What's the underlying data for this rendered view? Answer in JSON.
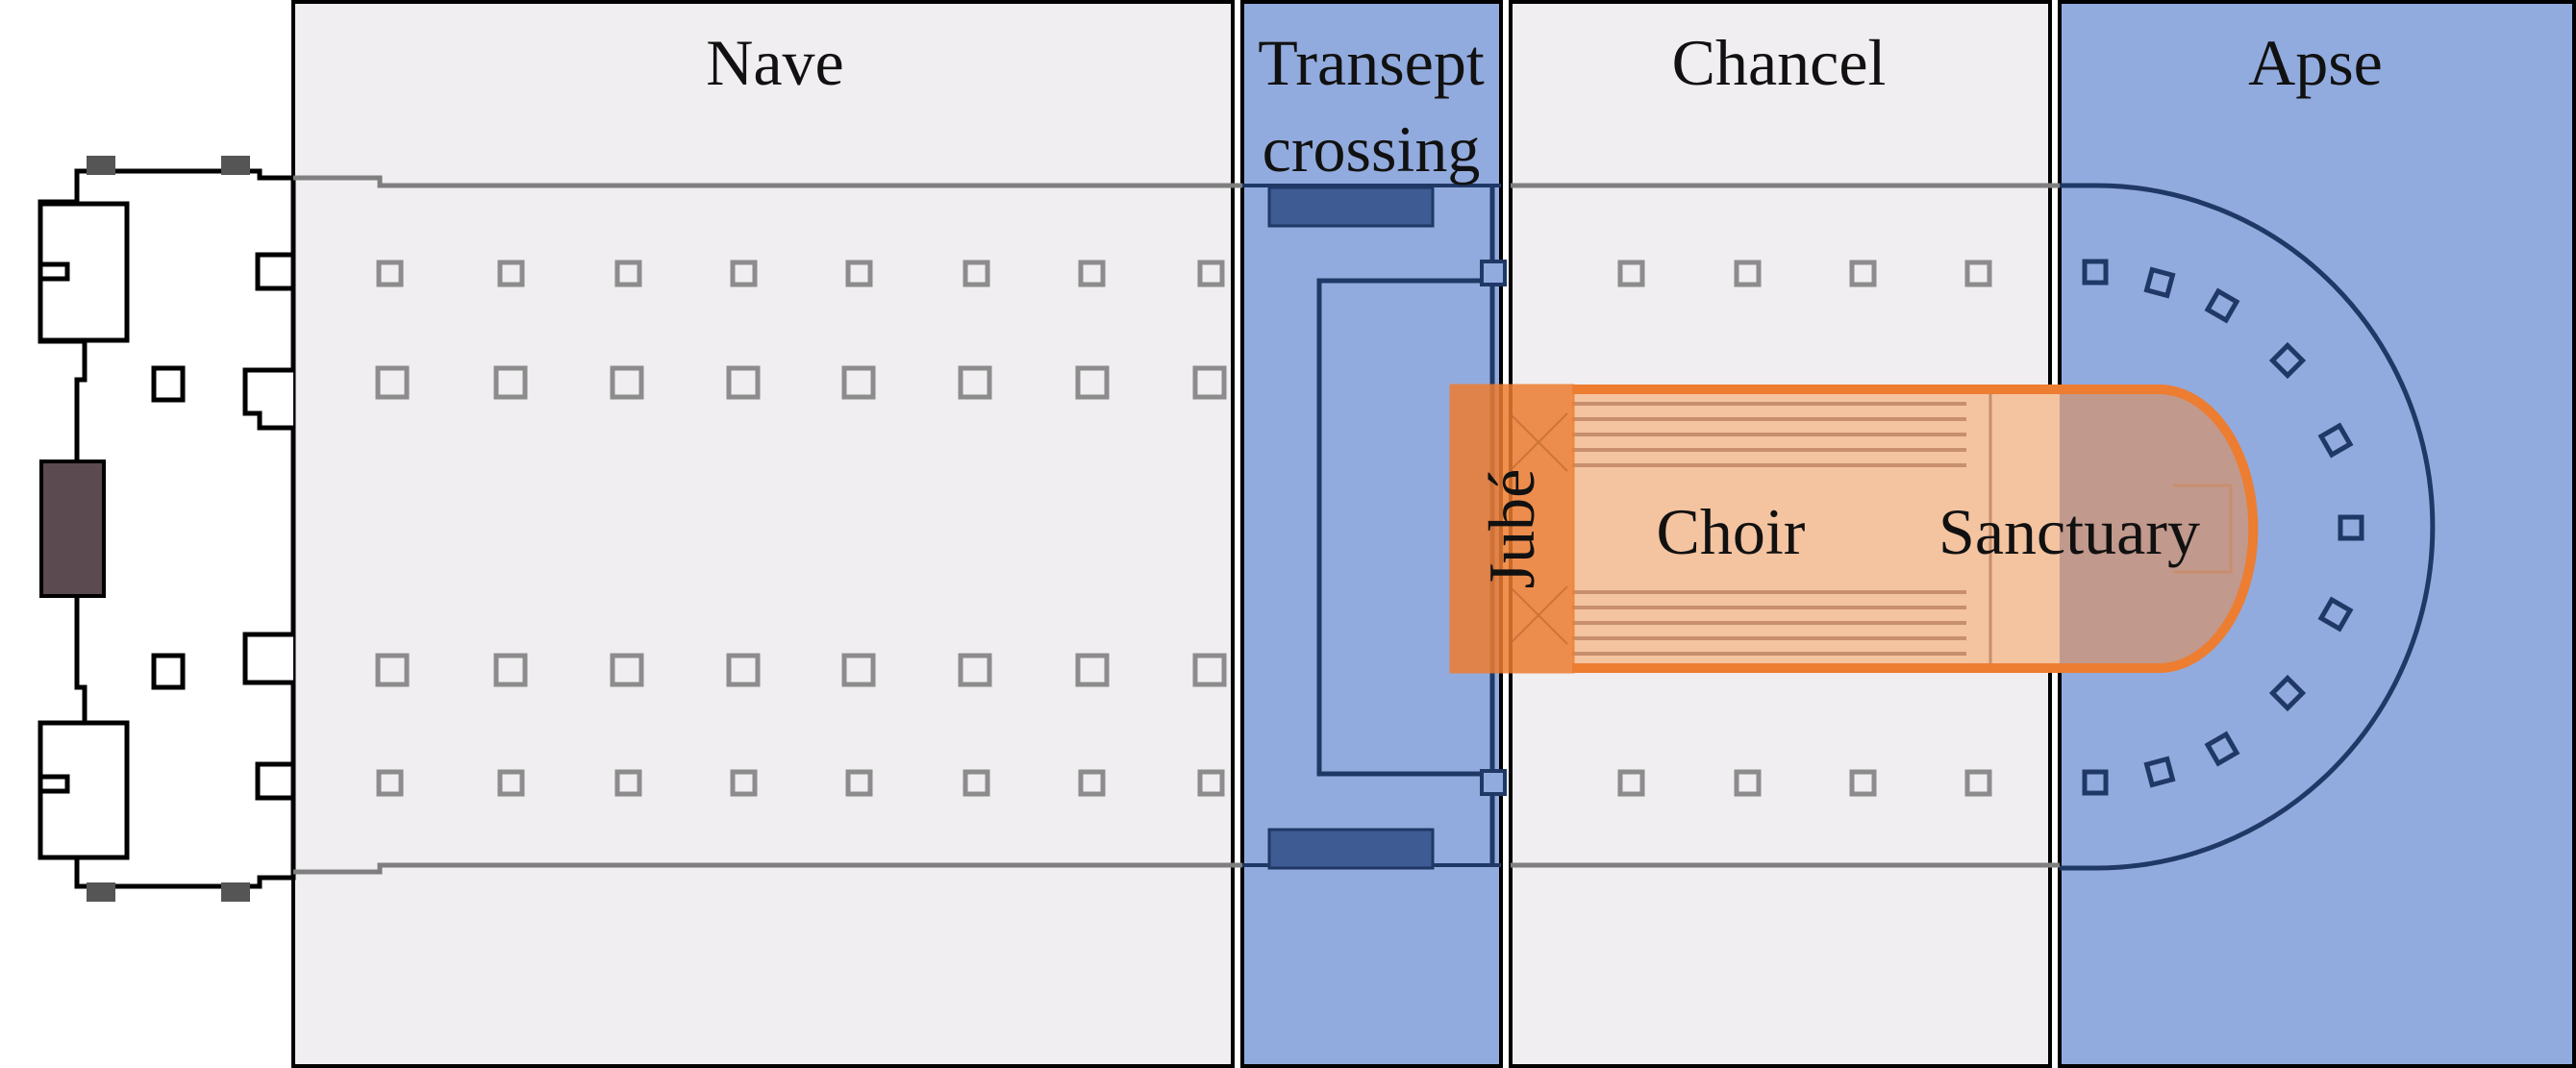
{
  "labels": {
    "nave": "Nave",
    "transept_line1": "Transept",
    "transept_line2": "crossing",
    "chancel": "Chancel",
    "apse": "Apse",
    "jube": "Jubé",
    "choir": "Choir",
    "sanctuary": "Sanctuary"
  },
  "colors": {
    "background": "#ffffff",
    "panel_light": "#f0eef0",
    "panel_blue": "#92abde",
    "outline_dark": "#1f3865",
    "walls": "#7f7f7f",
    "pillar": "#8c8c8c",
    "transept_bar": "#3e5b94",
    "door": "#5b4a4f",
    "orange": "#ed7d31",
    "choir_fill": "#f4c3a0",
    "stalls": "#c78f6d",
    "sanctuary_overlay": "#b08b87"
  }
}
